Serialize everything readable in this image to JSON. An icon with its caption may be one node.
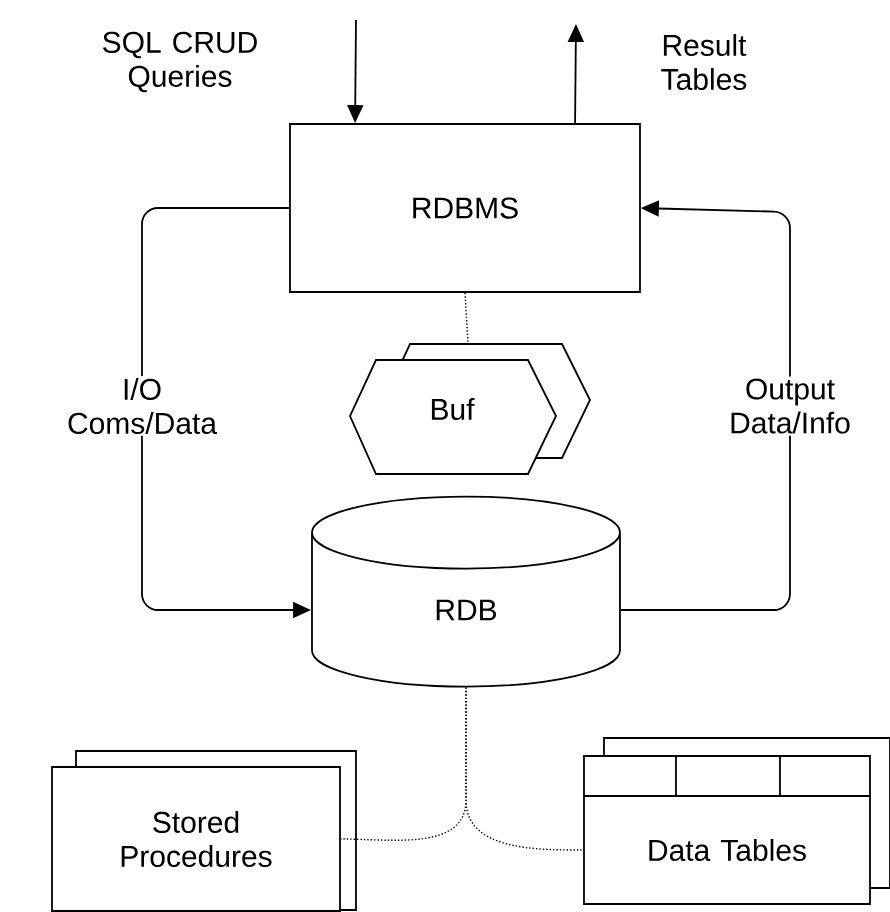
{
  "diagram": {
    "nodes": [
      {
        "text": [
          "RDBMS"
        ]
      },
      {
        "text": [
          "Buf"
        ]
      },
      {
        "text": [
          "RDB"
        ]
      },
      {
        "text": [
          "Stored Procedures"
        ]
      },
      {
        "text": [
          "Data Tables"
        ]
      }
    ],
    "edges": [
      {
        "from": null,
        "to": 0,
        "arrow": "to",
        "label": "SQL CRUD Queries"
      },
      {
        "from": 0,
        "to": null,
        "arrow": "to",
        "label": "Result Tables"
      },
      {
        "from": 0,
        "to": 2,
        "arrow": "to",
        "label": "I/O Coms/Data"
      },
      {
        "from": 2,
        "to": 0,
        "arrow": "to",
        "label": "Output Data/Info"
      },
      {
        "from": 0,
        "to": 1,
        "arrow": "none",
        "style": "dashed"
      },
      {
        "from": 2,
        "to": 3,
        "arrow": "none",
        "style": "dashed"
      },
      {
        "from": 2,
        "to": 4,
        "arrow": "none",
        "style": "dashed"
      }
    ]
  }
}
